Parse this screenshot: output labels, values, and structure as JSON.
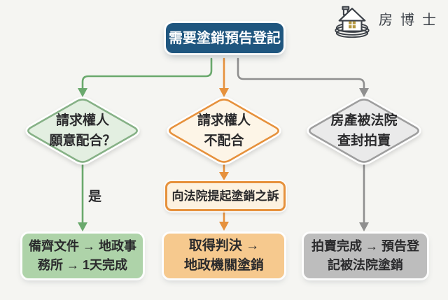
{
  "canvas": {
    "background": "#f5f5f2",
    "text_color": "#2a2a2c"
  },
  "logo": {
    "brand": "房博士",
    "icon": "house-in-nest",
    "color": "#3c4148",
    "window_color": "#b5983f"
  },
  "root": {
    "label": "需要塗銷預告登記",
    "bg": "#1f567f",
    "text_color": "#ffffff"
  },
  "branches": [
    {
      "name": "claimant-willing",
      "accent": "#6aa96d",
      "diamond": {
        "line1": "請求權人",
        "line2": "願意配合？",
        "fill": "#e3efe1",
        "stroke": "#86b186"
      },
      "edge_label": "是",
      "result": {
        "line1": "備齊文件 → 地政事",
        "line2": "務所 → 1天完成",
        "fill": "#aed3a9"
      }
    },
    {
      "name": "claimant-refuses",
      "accent": "#e6913c",
      "diamond": {
        "line1": "請求權人",
        "line2": "不配合",
        "fill": "#fdf5e7",
        "stroke": "#e6913c"
      },
      "mid": {
        "label": "向法院提起塗銷之訴",
        "fill": "#fdf2e0",
        "stroke": "#e6913c"
      },
      "result": {
        "line1": "取得判決 →",
        "line2": "地政機關塗銷",
        "fill": "#f6c98e"
      }
    },
    {
      "name": "court-auction",
      "accent": "#8f8f8f",
      "diamond": {
        "line1": "房產被法院",
        "line2": "查封拍賣",
        "fill": "#eaeaea",
        "stroke": "#9e9e9e"
      },
      "result": {
        "line1": "拍賣完成 → 預告登",
        "line2": "記被法院塗銷",
        "fill": "#bdbdbd"
      }
    }
  ]
}
